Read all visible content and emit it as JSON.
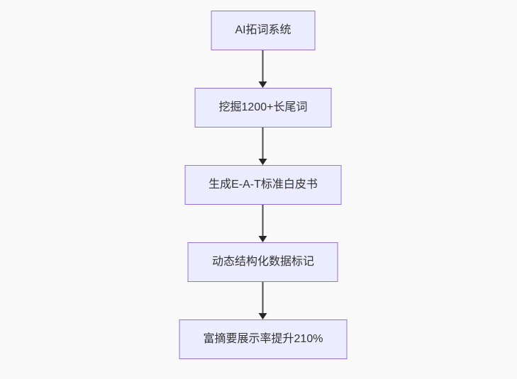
{
  "diagram": {
    "kind": "flowchart",
    "direction": "top-down",
    "background_color": "#f9f9f9",
    "node_style": {
      "fill_color": "#ececff",
      "border_color": "#9370db",
      "text_color": "#333333"
    },
    "edge_style": {
      "line_color": "#4d4d4d",
      "arrowhead_color": "#262626"
    },
    "nodes": [
      {
        "label": "AI拓词系统"
      },
      {
        "label": "挖掘1200+长尾词"
      },
      {
        "label": "生成E-A-T标准白皮书"
      },
      {
        "label": "动态结构化数据标记"
      },
      {
        "label": "富摘要展示率提升210%"
      }
    ],
    "edges": [
      {
        "from": "AI拓词系统",
        "to": "挖掘1200+长尾词"
      },
      {
        "from": "挖掘1200+长尾词",
        "to": "生成E-A-T标准白皮书"
      },
      {
        "from": "生成E-A-T标准白皮书",
        "to": "动态结构化数据标记"
      },
      {
        "from": "动态结构化数据标记",
        "to": "富摘要展示率提升210%"
      }
    ]
  }
}
